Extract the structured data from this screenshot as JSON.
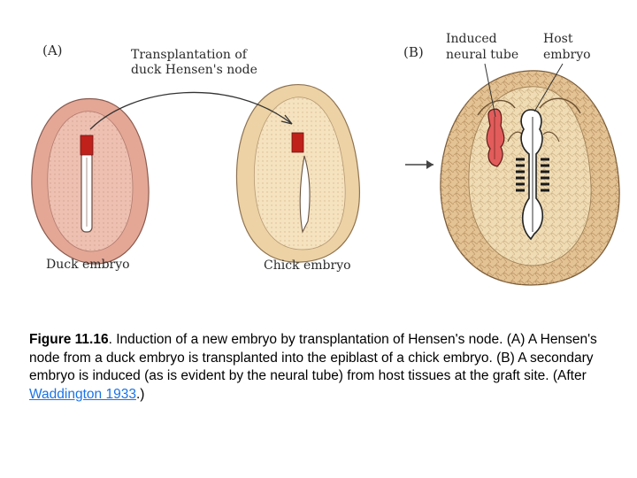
{
  "figure": {
    "panel_a_label": "(A)",
    "panel_b_label": "(B)",
    "transplant_label_line1": "Transplantation of",
    "transplant_label_line2": "duck Hensen's node",
    "induced_label_line1": "Induced",
    "induced_label_line2": "neural tube",
    "host_label_line1": "Host",
    "host_label_line2": "embryo",
    "duck_label": "Duck embryo",
    "chick_label": "Chick embryo"
  },
  "caption": {
    "bold": "Figure 11.16",
    "text": ". Induction of a new embryo by transplantation of Hensen's node. (A) A Hensen's node from a duck embryo is transplanted into the epiblast of a chick embryo. (B) A secondary embryo is induced (as is evident by the neural tube) from host tissues at the graft site. (After ",
    "link": "Waddington 1933",
    "end": ".)"
  },
  "colors": {
    "duck_fill": "#e6a99b",
    "chick_fill": "#f0d7a8",
    "host_fill": "#e7c89a",
    "node_red": "#c0211a",
    "induced_tube": "#e25c5c"
  }
}
